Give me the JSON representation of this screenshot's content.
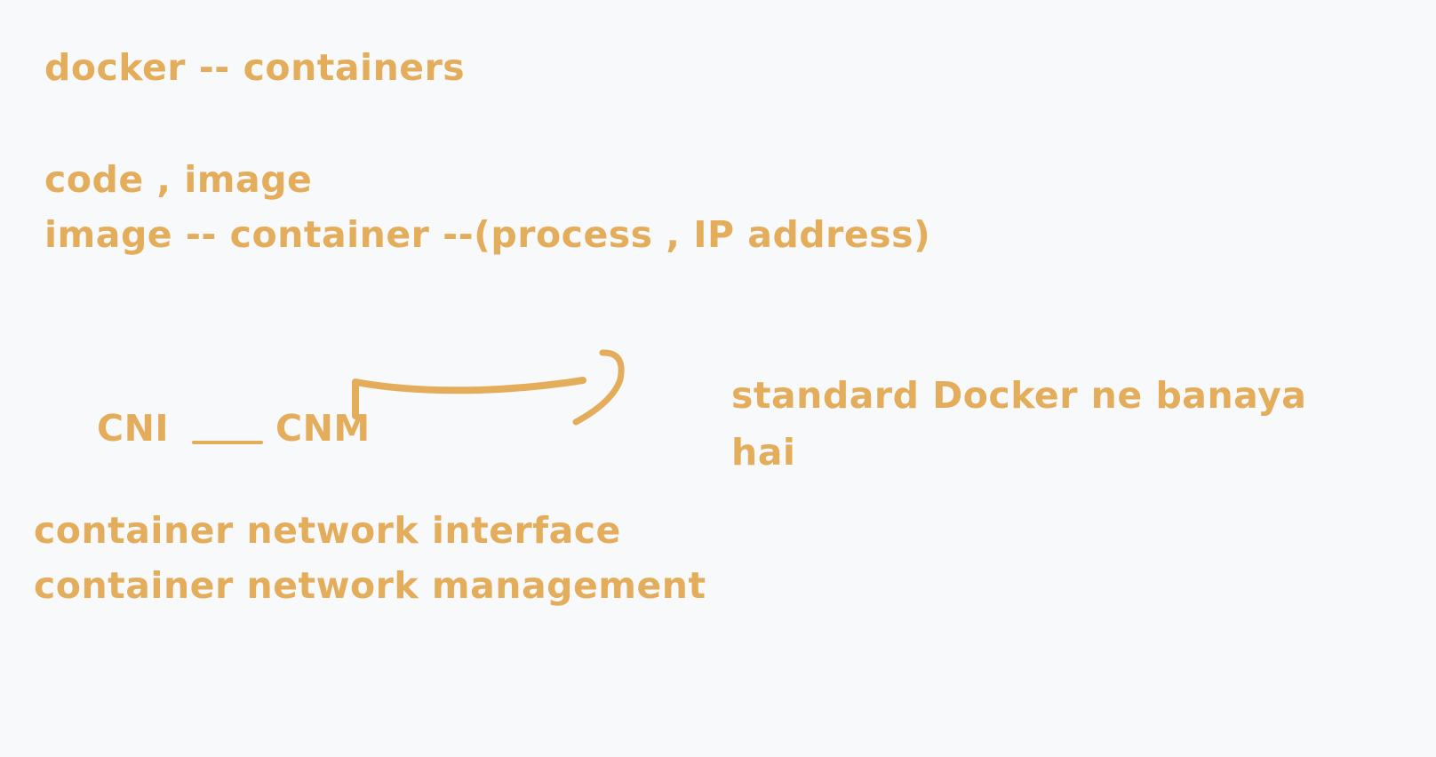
{
  "canvas": {
    "background": "#f8f9fa",
    "ink_color": "#e3ad5b"
  },
  "notes": {
    "line1": "docker -- containers",
    "line2": "code , image",
    "line3": "image -- container --(process , IP address)",
    "cni_label": "CNI",
    "cnm_label": "CNM",
    "standard_line1": "standard Docker ne banaya",
    "standard_line2": "hai",
    "cni_full": "container network interface",
    "cnm_full": "container network management"
  }
}
